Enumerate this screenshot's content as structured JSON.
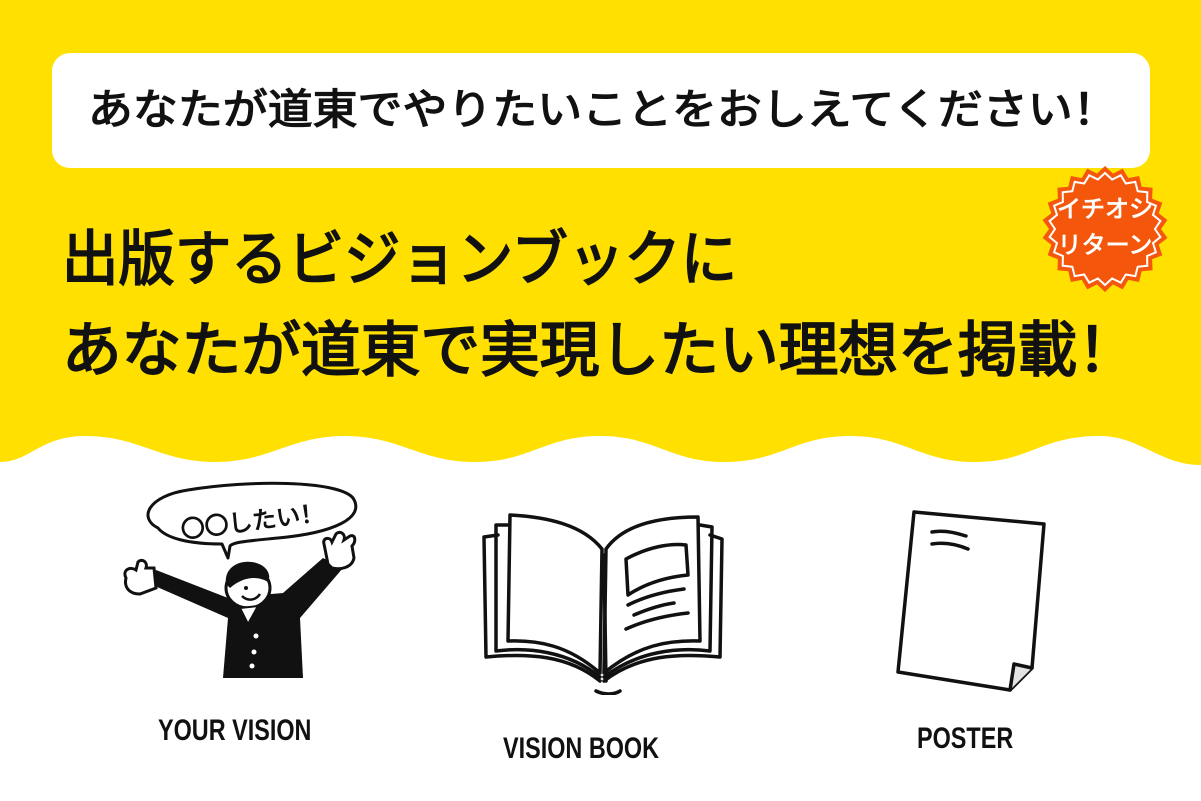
{
  "colors": {
    "yellow": "#FFE000",
    "badge_orange": "#F4560C",
    "text": "#111111",
    "white": "#FFFFFF"
  },
  "question": {
    "text": "あなたが道東でやりたいことをおしえてください！"
  },
  "headline": {
    "line1": "出版するビジョンブックに",
    "line2": "あなたが道東で実現したい理想を掲載！"
  },
  "badge": {
    "line1": "イチオシ",
    "line2": "リターン"
  },
  "illustrations": [
    {
      "id": "your-vision",
      "icon": "person-cheering-icon",
      "speech": "〇〇したい！",
      "label": "YOUR VISION"
    },
    {
      "id": "vision-book",
      "icon": "open-book-icon",
      "label": "VISION BOOK"
    },
    {
      "id": "poster",
      "icon": "paper-sheet-icon",
      "label": "POSTER"
    }
  ]
}
